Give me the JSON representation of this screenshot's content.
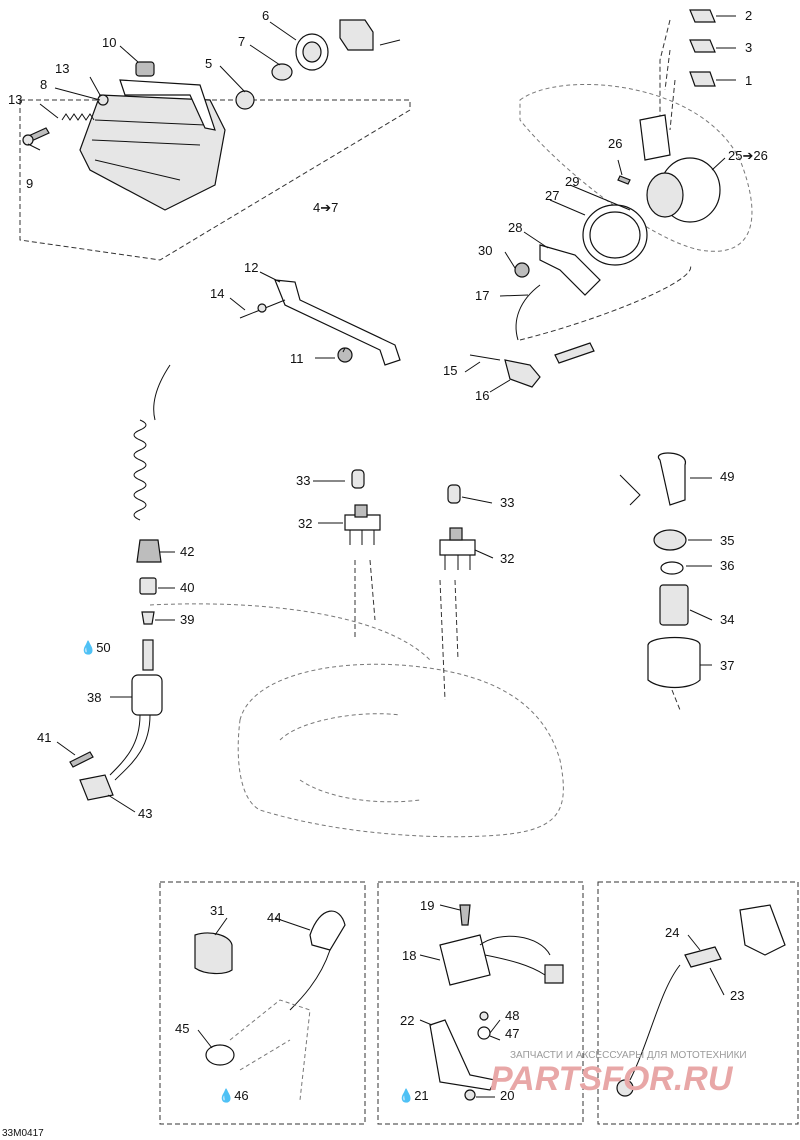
{
  "diagram_code": "33M0417",
  "watermark": {
    "tagline": "ЗАПЧАСТИ И АКСЕССУАРЫ ДЛЯ МОТОТЕХНИКИ",
    "brand": "PARTSFOR.RU"
  },
  "callouts": {
    "c1": "1",
    "c2": "2",
    "c3": "3",
    "c4": "4➔7",
    "c5": "5",
    "c6": "6",
    "c7": "7",
    "c8": "8",
    "c9": "9",
    "c10": "10",
    "c11": "11",
    "c12": "12",
    "c13a": "13",
    "c13b": "13",
    "c14": "14",
    "c15": "15",
    "c16": "16",
    "c17": "17",
    "c18": "18",
    "c19": "19",
    "c20": "20",
    "c21": "21",
    "c22": "22",
    "c23": "23",
    "c24": "24",
    "c25": "25➔26",
    "c26": "26",
    "c27": "27",
    "c28": "28",
    "c29": "29",
    "c30": "30",
    "c31": "31",
    "c32a": "32",
    "c32b": "32",
    "c33a": "33",
    "c33b": "33",
    "c34": "34",
    "c35": "35",
    "c36": "36",
    "c37": "37",
    "c38": "38",
    "c39": "39",
    "c40": "40",
    "c41": "41",
    "c42": "42",
    "c43": "43",
    "c44": "44",
    "c45": "45",
    "c46": "46",
    "c47": "47",
    "c48": "48",
    "c49": "49",
    "c50": "50"
  }
}
